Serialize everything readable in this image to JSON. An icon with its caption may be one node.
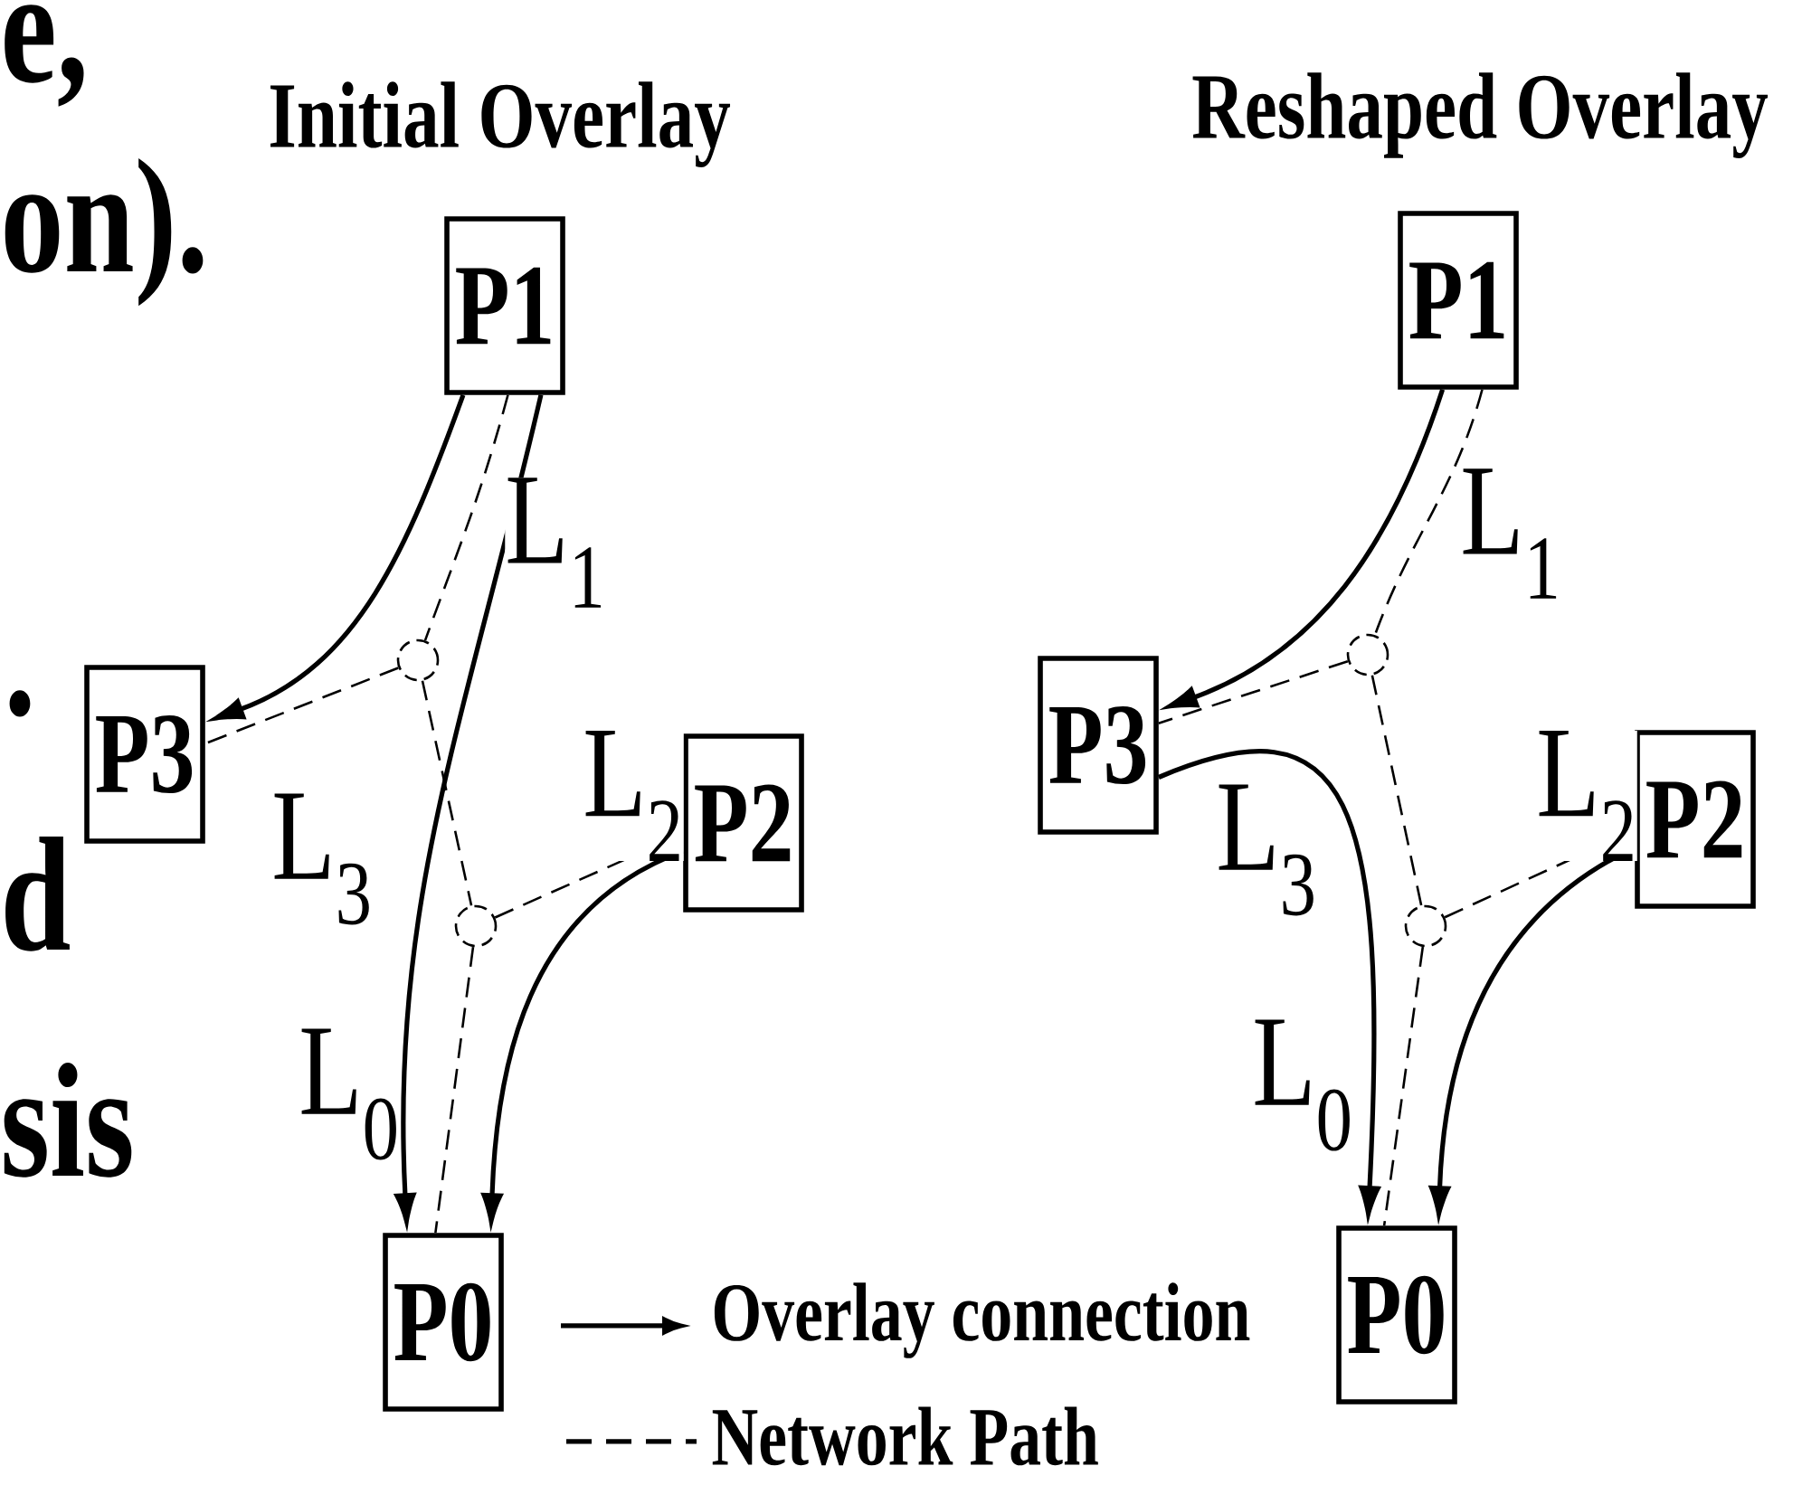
{
  "diagram": {
    "nodes": [
      {
        "text": [
          "P1"
        ]
      },
      {
        "text": [
          "P3"
        ]
      },
      {
        "text": [
          "P2"
        ]
      },
      {
        "text": [
          "P0"
        ]
      },
      {
        "text": [],
        "shape": "circle"
      },
      {
        "text": [],
        "shape": "circle"
      },
      {
        "text": [
          "P1"
        ]
      },
      {
        "text": [
          "P3"
        ]
      },
      {
        "text": [
          "P2"
        ]
      },
      {
        "text": [
          "P0"
        ]
      },
      {
        "text": [],
        "shape": "circle"
      },
      {
        "text": [],
        "shape": "circle"
      }
    ],
    "edges": [
      {
        "from": 0,
        "to": 1,
        "arrow": "to"
      },
      {
        "from": 0,
        "to": 3,
        "arrow": "to"
      },
      {
        "from": 2,
        "to": 3,
        "arrow": "to"
      },
      {
        "from": 0,
        "to": 4,
        "arrow": "none",
        "style": "dashed",
        "label": "L$_{1}$"
      },
      {
        "from": 4,
        "to": 1,
        "arrow": "none",
        "style": "dashed",
        "label": "L$_{3}$"
      },
      {
        "from": 4,
        "to": 5,
        "arrow": "none",
        "style": "dashed"
      },
      {
        "from": 5,
        "to": 2,
        "arrow": "none",
        "style": "dashed",
        "label": "L$_{2}$"
      },
      {
        "from": 5,
        "to": 3,
        "arrow": "none",
        "style": "dashed",
        "label": "L$_{0}$"
      },
      {
        "from": 6,
        "to": 7,
        "arrow": "to"
      },
      {
        "from": 7,
        "to": 9,
        "arrow": "to"
      },
      {
        "from": 8,
        "to": 9,
        "arrow": "to"
      },
      {
        "from": 6,
        "to": 10,
        "arrow": "none",
        "style": "dashed",
        "label": "L$_{1}$"
      },
      {
        "from": 10,
        "to": 7,
        "arrow": "none",
        "style": "dashed",
        "label": "L$_{3}$"
      },
      {
        "from": 10,
        "to": 11,
        "arrow": "none",
        "style": "dashed"
      },
      {
        "from": 11,
        "to": 8,
        "arrow": "none",
        "style": "dashed",
        "label": "L$_{2}$"
      },
      {
        "from": 11,
        "to": 9,
        "arrow": "none",
        "style": "dashed",
        "label": "L$_{0}$"
      }
    ],
    "labels": [
      "e,",
      "on).",
      "Initial Overlay",
      "Reshaped Overlay",
      ".",
      "d",
      "sis"
    ],
    "legend": [
      {
        "text": "Overlay connection"
      },
      {
        "text": "Network Path"
      }
    ]
  }
}
